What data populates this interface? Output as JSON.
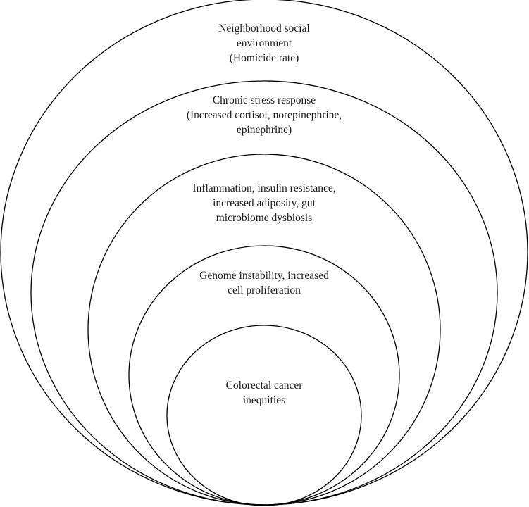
{
  "diagram": {
    "layers": [
      {
        "lines": [
          "Neighborhood social",
          "environment",
          "(Homicide rate)"
        ]
      },
      {
        "lines": [
          "Chronic stress response",
          "(Increased cortisol, norepinephrine,",
          "epinephrine)"
        ]
      },
      {
        "lines": [
          "Inflammation, insulin resistance,",
          "increased adiposity, gut",
          "microbiome dysbiosis"
        ]
      },
      {
        "lines": [
          "Genome instability, increased",
          "cell proliferation"
        ]
      },
      {
        "lines": [
          "Colorectal cancer",
          "inequities"
        ]
      }
    ],
    "stroke_color": "#000000",
    "background_color": "#ffffff"
  }
}
